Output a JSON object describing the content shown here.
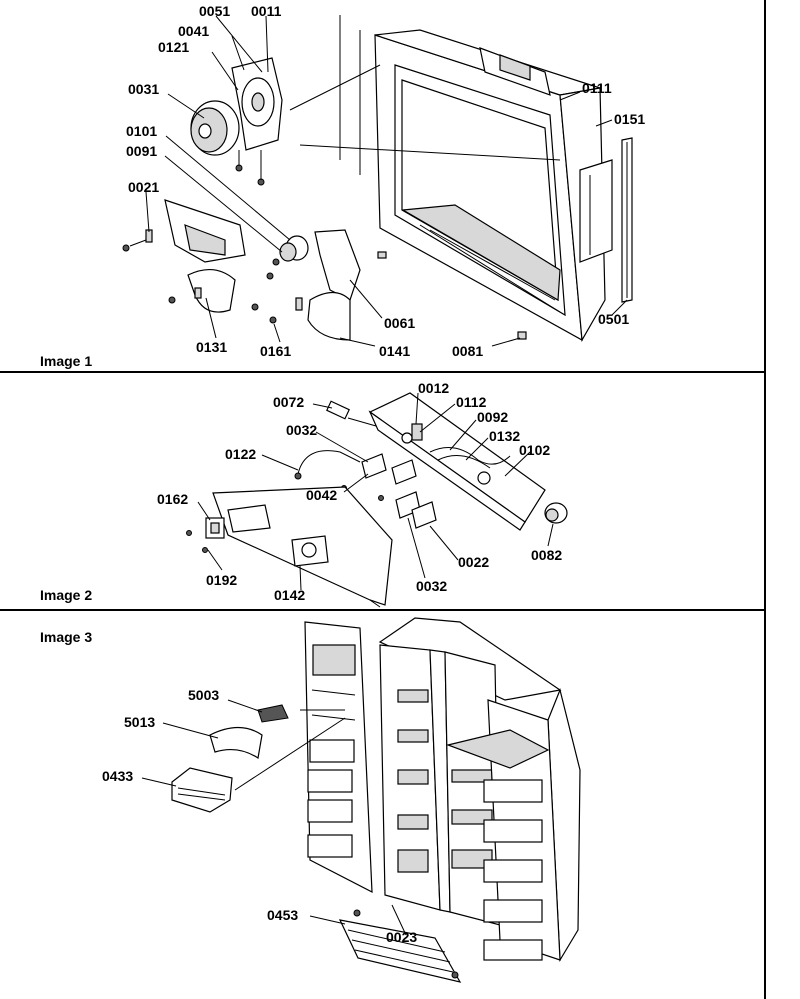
{
  "panels": [
    {
      "caption": "Image 1",
      "callouts": [
        "0051",
        "0011",
        "0041",
        "0121",
        "0031",
        "0101",
        "0091",
        "0021",
        "0111",
        "0151",
        "0131",
        "0161",
        "0141",
        "0061",
        "0501",
        "0081"
      ]
    },
    {
      "caption": "Image 2",
      "callouts": [
        "0072",
        "0012",
        "0112",
        "0092",
        "0032",
        "0132",
        "0122",
        "0102",
        "0042",
        "0162",
        "0022",
        "0082",
        "0192",
        "0142",
        "0032"
      ]
    },
    {
      "caption": "Image 3",
      "callouts": [
        "5003",
        "5013",
        "0433",
        "0453",
        "0023"
      ]
    }
  ],
  "colors": {
    "ink": "#000000",
    "paper": "#ffffff",
    "fill": "#d8d8d8"
  }
}
